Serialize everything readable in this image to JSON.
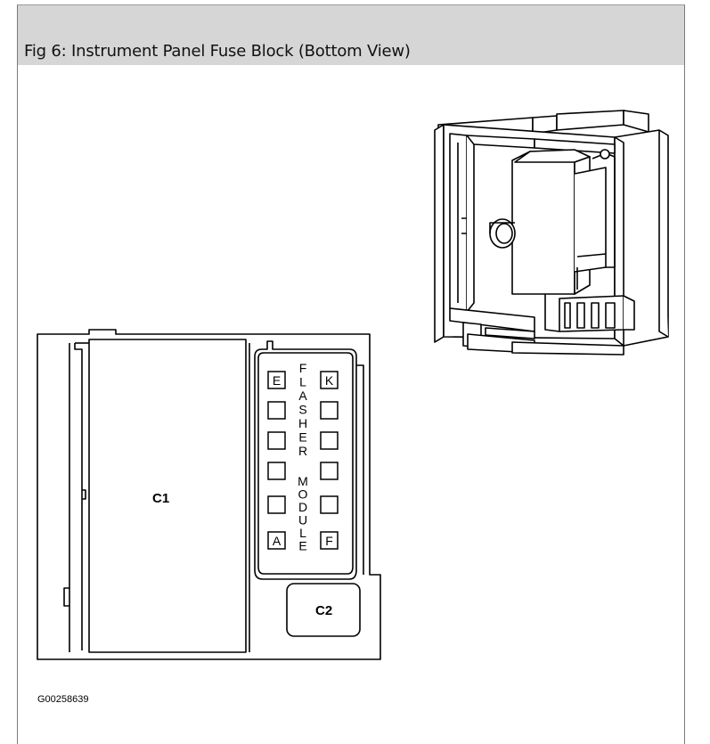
{
  "caption": "Fig 6: Instrument Panel Fuse Block (Bottom View)",
  "labels": {
    "c1": "C1",
    "c2": "C2",
    "pin_e": "E",
    "pin_k": "K",
    "pin_a": "A",
    "pin_f": "F",
    "flasher": "FLASHER",
    "module": "MODULE",
    "figure_id": "G00258639"
  }
}
